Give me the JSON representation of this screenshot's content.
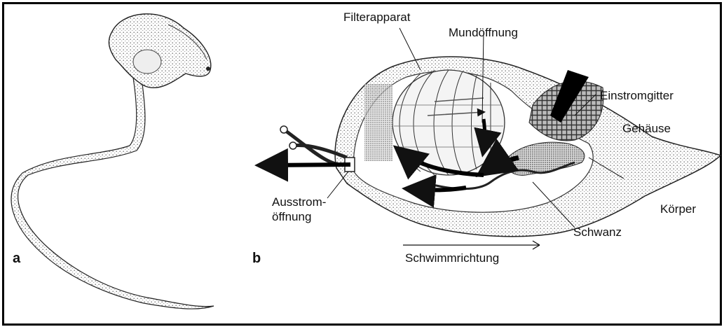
{
  "panels": {
    "a": "a",
    "b": "b"
  },
  "labels": {
    "filterapparat": "Filterapparat",
    "mundoeffnung": "Mundöffnung",
    "einstromgitter": "Einstromgitter",
    "gehaeuse": "Gehäuse",
    "koerper": "Körper",
    "schwanz": "Schwanz",
    "ausstrom_line1": "Ausstrom-",
    "ausstrom_line2": "öffnung",
    "schwimmrichtung": "Schwimmrichtung"
  },
  "colors": {
    "ink": "#111111",
    "stipple": "#9a9a9a",
    "background": "#ffffff"
  }
}
